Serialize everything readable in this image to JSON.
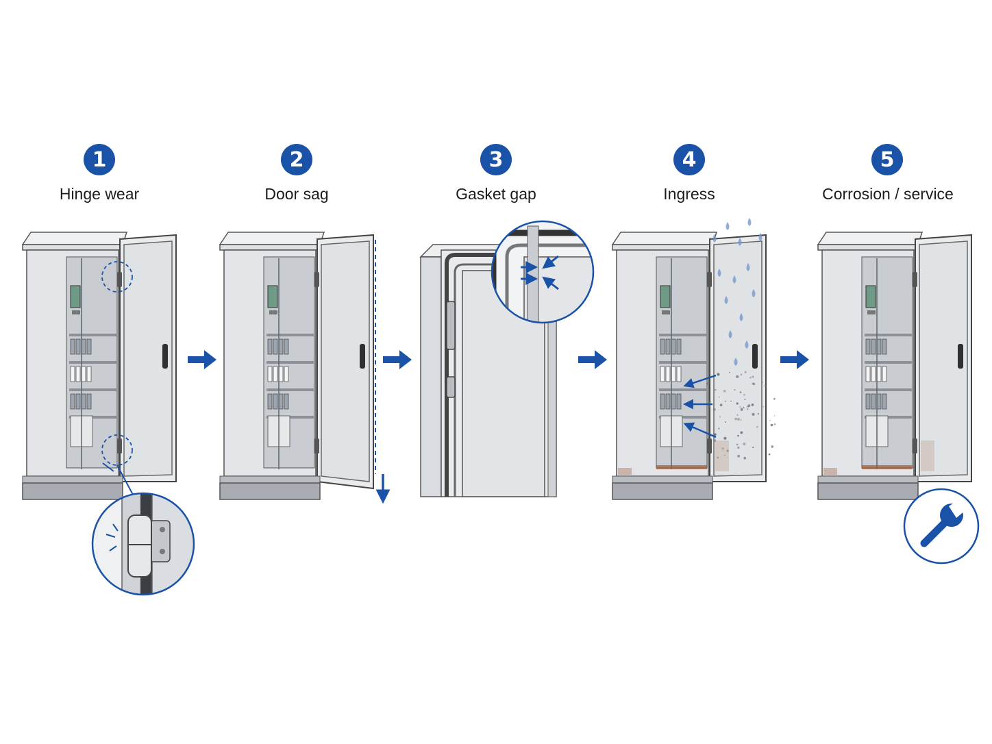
{
  "steps": [
    {
      "number": "1",
      "label": "Hinge wear"
    },
    {
      "number": "2",
      "label": "Door sag"
    },
    {
      "number": "3",
      "label": "Gasket gap"
    },
    {
      "number": "4",
      "label": "Ingress"
    },
    {
      "number": "5",
      "label": "Corrosion / service"
    }
  ],
  "colors": {
    "accent": "#1a52a8",
    "cabinet": "#e3e5e8",
    "cabinet_dark": "#a9adb3",
    "rust": "#9c5a33"
  },
  "icons": [
    "arrow-right-icon",
    "arrow-down-icon",
    "magnifier-callout-icon",
    "water-drop-icon",
    "wrench-icon"
  ]
}
